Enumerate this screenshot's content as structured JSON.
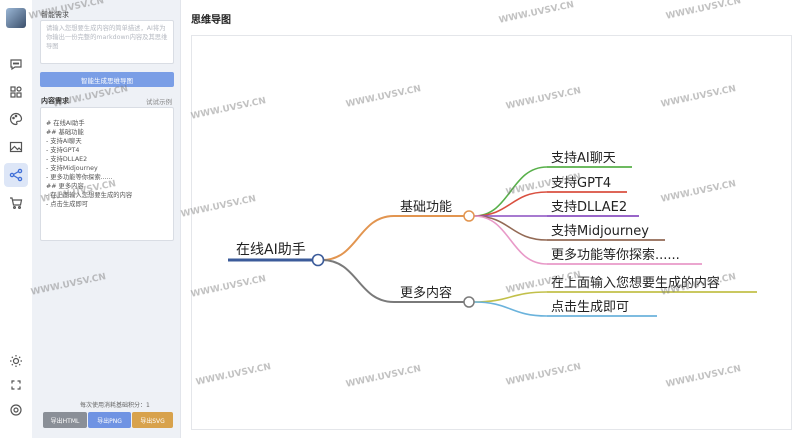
{
  "sidebar_panel": {
    "desc_label": "智能需求",
    "desc_placeholder": "请输入您想要生成内容的简单描述，AI将为你输出一份完整的markdown内容及其思维导图",
    "generate_button": "智能生成思维导图",
    "content_label": "内容需求",
    "example_link": "试试示例",
    "content_value": "# 在线AI助手\n## 基础功能\n- 支持AI聊天\n- 支持GPT4\n- 支持DLLAE2\n- 支持Midjourney\n- 更多功能等你探索......\n## 更多内容\n- 在上面输入您想要生成的内容\n- 点击生成即可",
    "usage_note": "每次使用消耗基础积分：1",
    "export_html": "导出HTML",
    "export_png": "导出PNG",
    "export_svg": "导出SVG"
  },
  "main": {
    "title": "思维导图",
    "mindmap": {
      "root": "在线AI助手",
      "branches": [
        {
          "label": "基础功能",
          "color": "#e29550",
          "children": [
            {
              "label": "支持AI聊天",
              "color": "#58b04a"
            },
            {
              "label": "支持GPT4",
              "color": "#d95040"
            },
            {
              "label": "支持DLLAE2",
              "color": "#8a4fc0"
            },
            {
              "label": "支持Midjourney",
              "color": "#936a55"
            },
            {
              "label": "更多功能等你探索......",
              "color": "#e89ac8"
            }
          ]
        },
        {
          "label": "更多内容",
          "color": "#7a7a7a",
          "children": [
            {
              "label": "在上面输入您想要生成的内容",
              "color": "#c2c04a"
            },
            {
              "label": "点击生成即可",
              "color": "#6bb3dc"
            }
          ]
        }
      ]
    }
  },
  "watermark": "WWW.UVSV.CN",
  "icons": [
    "chat-icon",
    "apps-icon",
    "palette-icon",
    "image-icon",
    "mindmap-icon",
    "cart-icon",
    "sun-icon",
    "fullscreen-icon",
    "settings-icon"
  ]
}
